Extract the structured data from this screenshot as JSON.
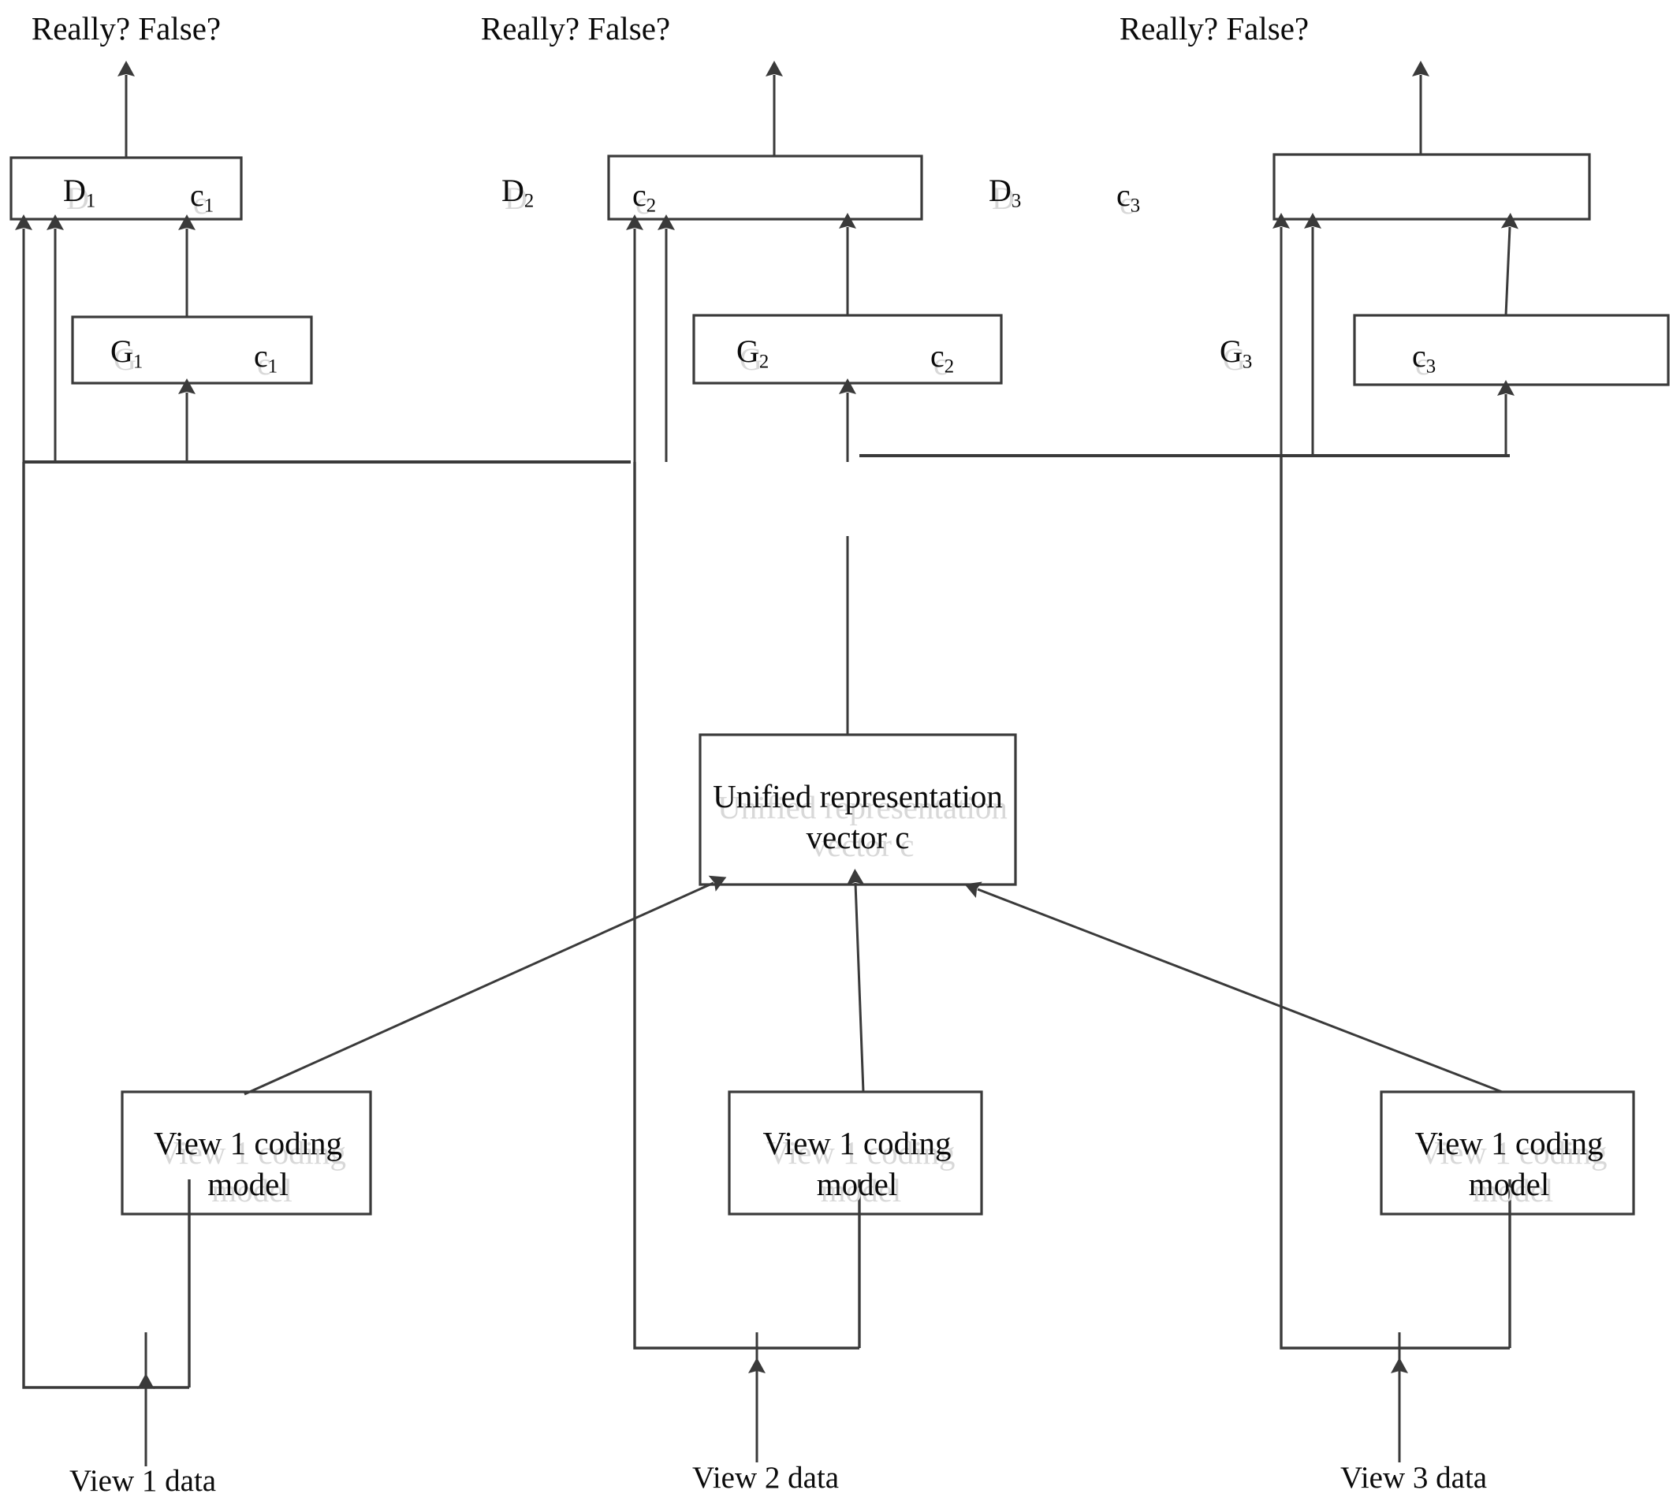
{
  "diagram": {
    "title": "Multi-view adversarial unified representation architecture",
    "stroke_color": "#3a3a3a",
    "text_color": "#0b0b0b",
    "background": "#ffffff",
    "ghost_color": "#d8d8d8",
    "columns": [
      {
        "id": "view-1",
        "output_question": "Really? False?",
        "discriminator_label": "D",
        "discriminator_sub": "1",
        "discriminator_cond": "c",
        "discriminator_cond_sub": "1",
        "generator_label": "G",
        "generator_sub": "1",
        "generator_cond": "c",
        "generator_cond_sub": "1",
        "coding_model_line1": "View 1 coding",
        "coding_model_line2": "model",
        "data_label": "View 1 data"
      },
      {
        "id": "view-2",
        "output_question": "Really? False?",
        "discriminator_label": "D",
        "discriminator_sub": "2",
        "discriminator_cond": "c",
        "discriminator_cond_sub": "2",
        "generator_label": "G",
        "generator_sub": "2",
        "generator_cond": "c",
        "generator_cond_sub": "2",
        "coding_model_line1": "View 1 coding",
        "coding_model_line2": "model",
        "data_label": "View 2 data"
      },
      {
        "id": "view-3",
        "output_question": "Really? False?",
        "discriminator_label": "D",
        "discriminator_sub": "3",
        "discriminator_cond": "c",
        "discriminator_cond_sub": "3",
        "generator_label": "G",
        "generator_sub": "3",
        "generator_cond": "c",
        "generator_cond_sub": "3",
        "coding_model_line1": "View 1 coding",
        "coding_model_line2": "model",
        "data_label": "View 3 data"
      }
    ],
    "center_box": {
      "line1": "Unified representation",
      "line2": "vector c"
    }
  }
}
